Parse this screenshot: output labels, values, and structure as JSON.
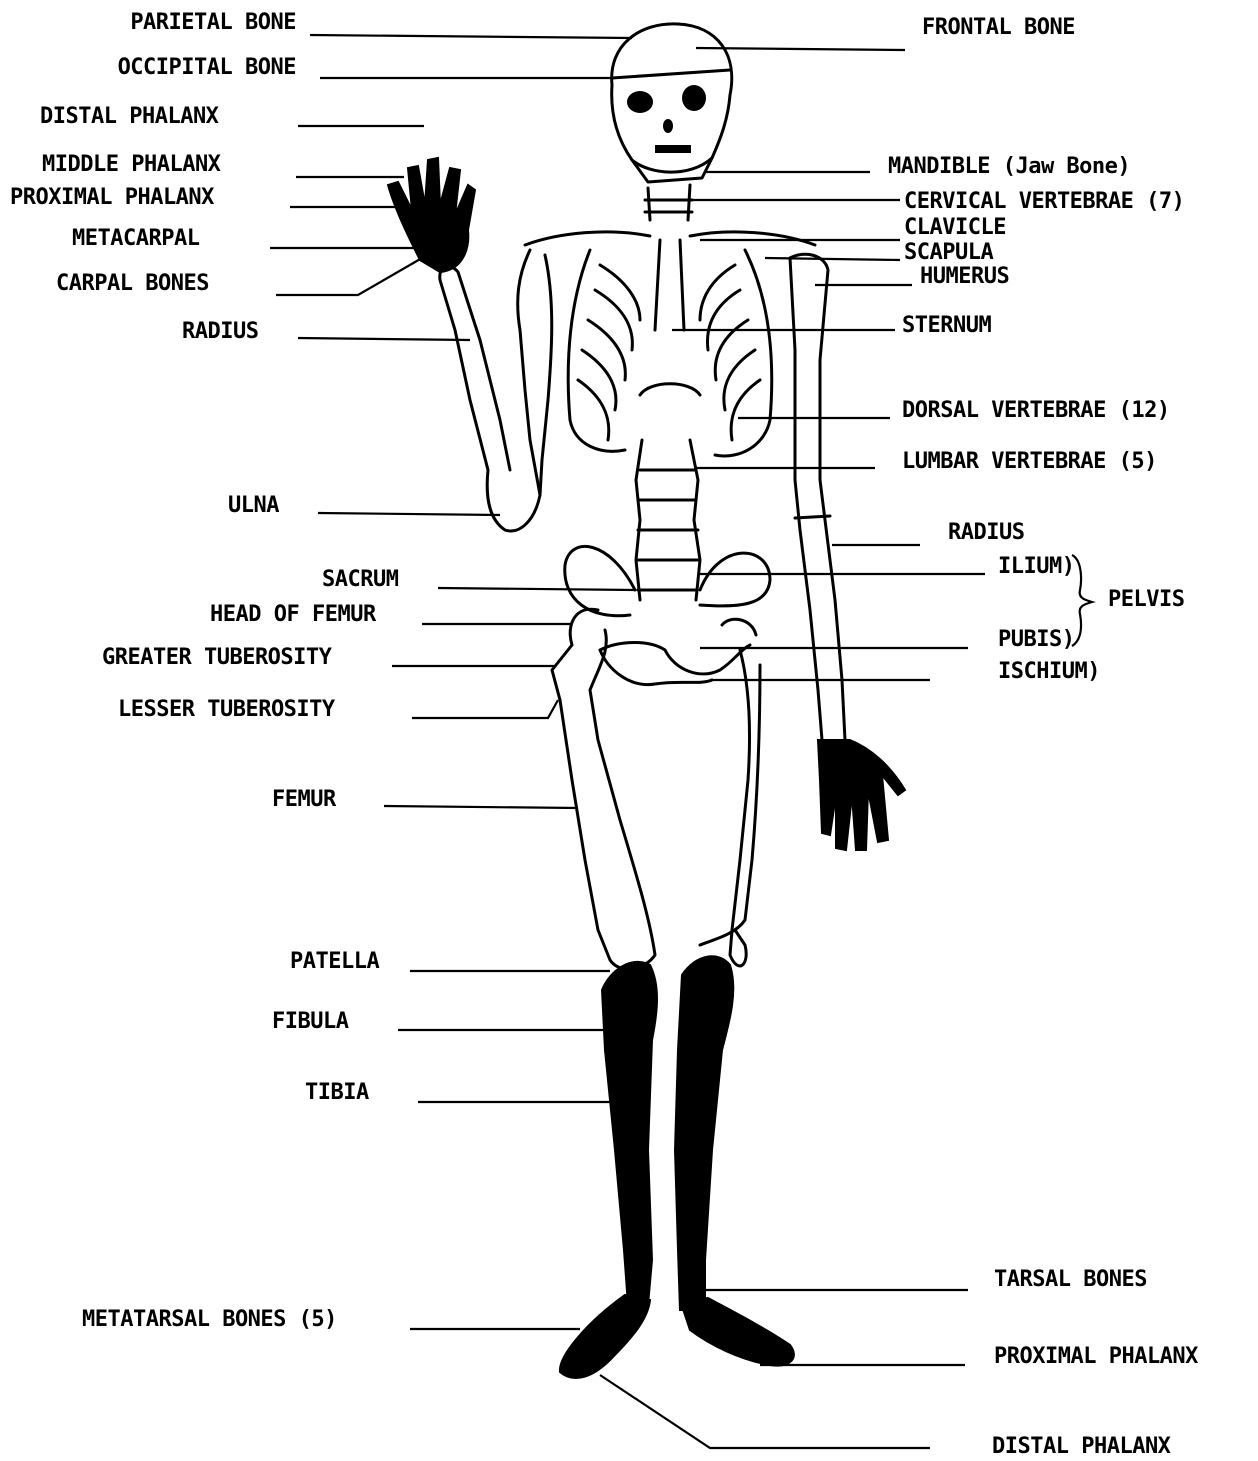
{
  "labels": {
    "parietal_bone": "PARIETAL BONE",
    "occipital_bone": "OCCIPITAL BONE",
    "distal_phalanx_hand": "DISTAL PHALANX",
    "middle_phalanx": "MIDDLE PHALANX",
    "proximal_phalanx_hand": "PROXIMAL PHALANX",
    "metacarpal": "METACARPAL",
    "carpal_bones": "CARPAL BONES",
    "radius_left": "RADIUS",
    "ulna": "ULNA",
    "sacrum": "SACRUM",
    "head_of_femur": "HEAD OF FEMUR",
    "greater_tuberosity": "GREATER TUBEROSITY",
    "lesser_tuberosity": "LESSER TUBEROSITY",
    "femur": "FEMUR",
    "patella": "PATELLA",
    "fibula": "FIBULA",
    "tibia": "TIBIA",
    "metatarsal_bones": "METATARSAL BONES (5)",
    "frontal_bone": "FRONTAL BONE",
    "mandible": "MANDIBLE (Jaw Bone)",
    "cervical_vertebrae": "CERVICAL VERTEBRAE (7)",
    "clavicle": "CLAVICLE",
    "scapula": "SCAPULA",
    "humerus": "HUMERUS",
    "sternum": "STERNUM",
    "dorsal_vertebrae": "DORSAL VERTEBRAE (12)",
    "lumbar_vertebrae": "LUMBAR VERTEBRAE (5)",
    "radius_right": "RADIUS",
    "ilium": "ILIUM)",
    "pelvis": "PELVIS",
    "pubis": "PUBIS)",
    "ischium": "ISCHIUM)",
    "tarsal_bones": "TARSAL BONES",
    "proximal_phalanx_foot": "PROXIMAL PHALANX",
    "distal_phalanx_foot": "DISTAL PHALANX"
  }
}
